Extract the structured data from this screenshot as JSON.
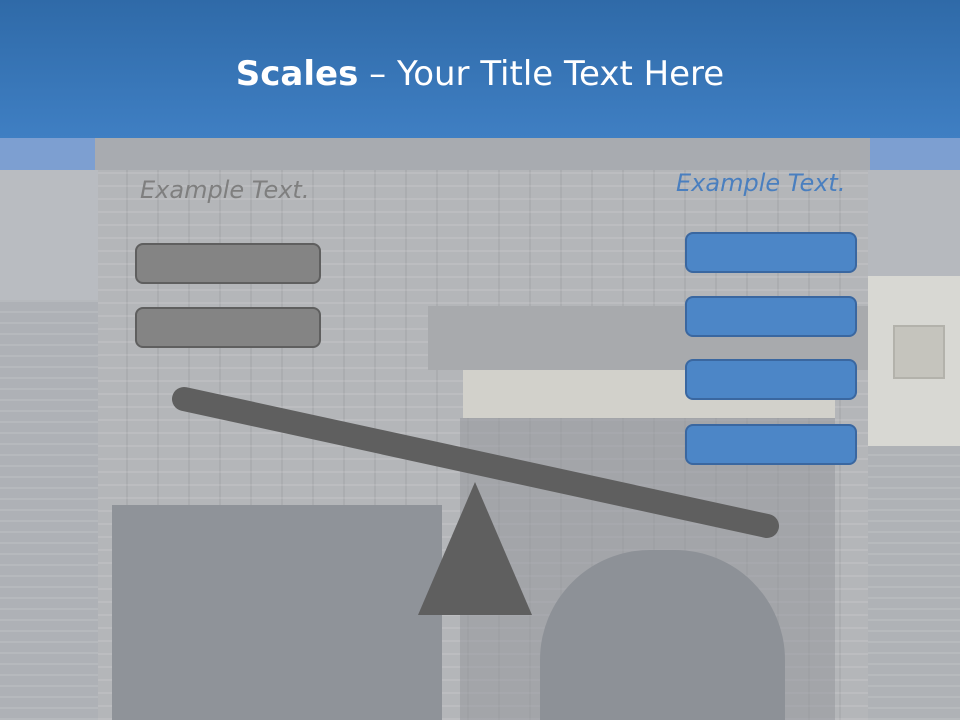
{
  "header": {
    "title_bold": "Scales",
    "title_rest": " – Your Title Text Here"
  },
  "left": {
    "label": "Example Text.",
    "boxes": 2
  },
  "right": {
    "label": "Example Text.",
    "boxes": 4
  },
  "colors": {
    "header": "#3a78bc",
    "title_text": "#ffffff",
    "left_text": "#7f7f7f",
    "right_text": "#4a7fbf",
    "gray_box": "#848484",
    "blue_box": "#4c86c7",
    "beam": "#5f5f5f"
  }
}
